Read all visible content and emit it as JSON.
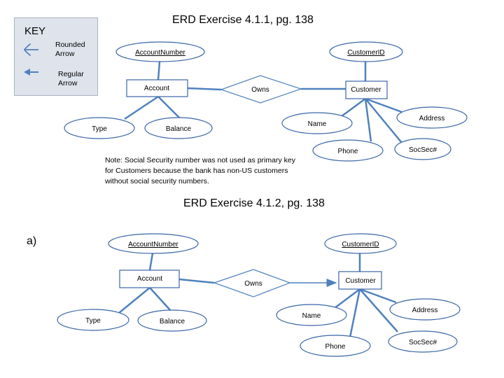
{
  "title1": "ERD Exercise 4.1.1, pg. 138",
  "title2": "ERD Exercise 4.1.2, pg. 138",
  "part_label": "a)",
  "key": {
    "title": "KEY",
    "items": [
      {
        "label": "Rounded Arrow",
        "icon": "rounded-arrow-icon"
      },
      {
        "label": "Regular Arrow",
        "icon": "regular-arrow-icon"
      }
    ]
  },
  "note": "Note: Social Security number was not used as primary key for Customers because the bank has non-US customers without social security numbers.",
  "diagram1": {
    "entities": {
      "account": "Account",
      "customer": "Customer"
    },
    "relationship": "Owns",
    "attributes": {
      "account_number": "AccountNumber",
      "type": "Type",
      "balance": "Balance",
      "customer_id": "CustomerID",
      "name": "Name",
      "phone": "Phone",
      "address": "Address",
      "socsec": "SocSec#"
    }
  },
  "diagram2": {
    "entities": {
      "account": "Account",
      "customer": "Customer"
    },
    "relationship": "Owns",
    "attributes": {
      "account_number": "AccountNumber",
      "type": "Type",
      "balance": "Balance",
      "customer_id": "CustomerID",
      "name": "Name",
      "phone": "Phone",
      "address": "Address",
      "socsec": "SocSec#"
    }
  },
  "colors": {
    "line": "#4f81bd",
    "shape_stroke": "#3a66a8",
    "key_bg": "#dfe3ec",
    "diamond_stroke": "#4f81bd"
  }
}
